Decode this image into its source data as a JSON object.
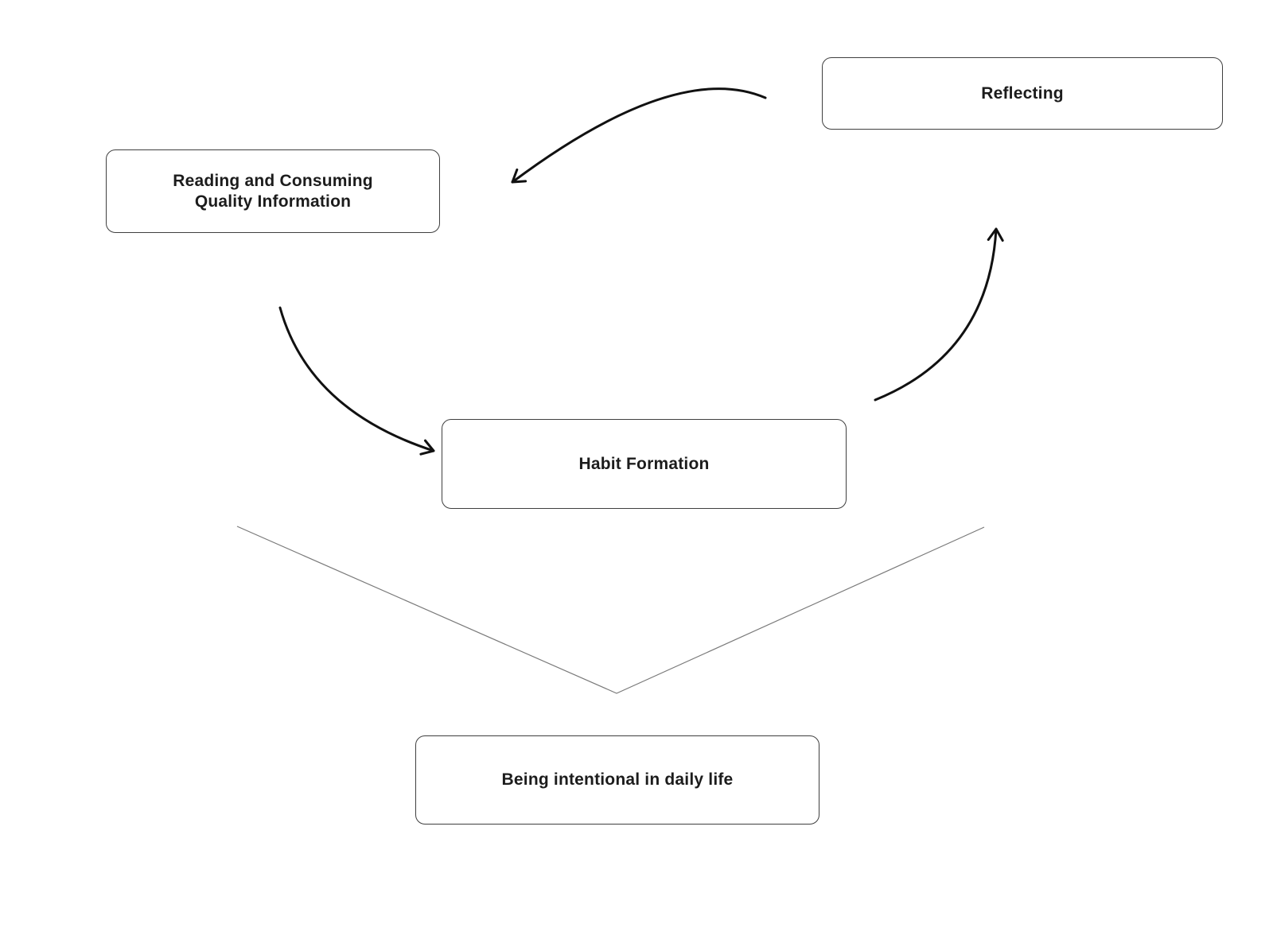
{
  "colors": {
    "background": "#ffffff",
    "text": "#1c1c1c",
    "box_border": "#3f3f3f",
    "arrow": "#111111",
    "thin_line": "#7a7a7a"
  },
  "nodes": {
    "reflecting": {
      "label": "Reflecting"
    },
    "reading": {
      "label_line1": "Reading and Consuming",
      "label_line2": "Quality Information"
    },
    "habit": {
      "label": "Habit Formation"
    },
    "intentional": {
      "label": "Being intentional in daily life"
    }
  },
  "connections": [
    {
      "from": "reflecting",
      "to": "reading",
      "style": "curved-arrow"
    },
    {
      "from": "reading",
      "to": "habit",
      "style": "curved-arrow"
    },
    {
      "from": "habit",
      "to": "reflecting",
      "style": "curved-arrow"
    },
    {
      "from": "habit",
      "to": "intentional",
      "style": "thin-v-lines"
    }
  ]
}
